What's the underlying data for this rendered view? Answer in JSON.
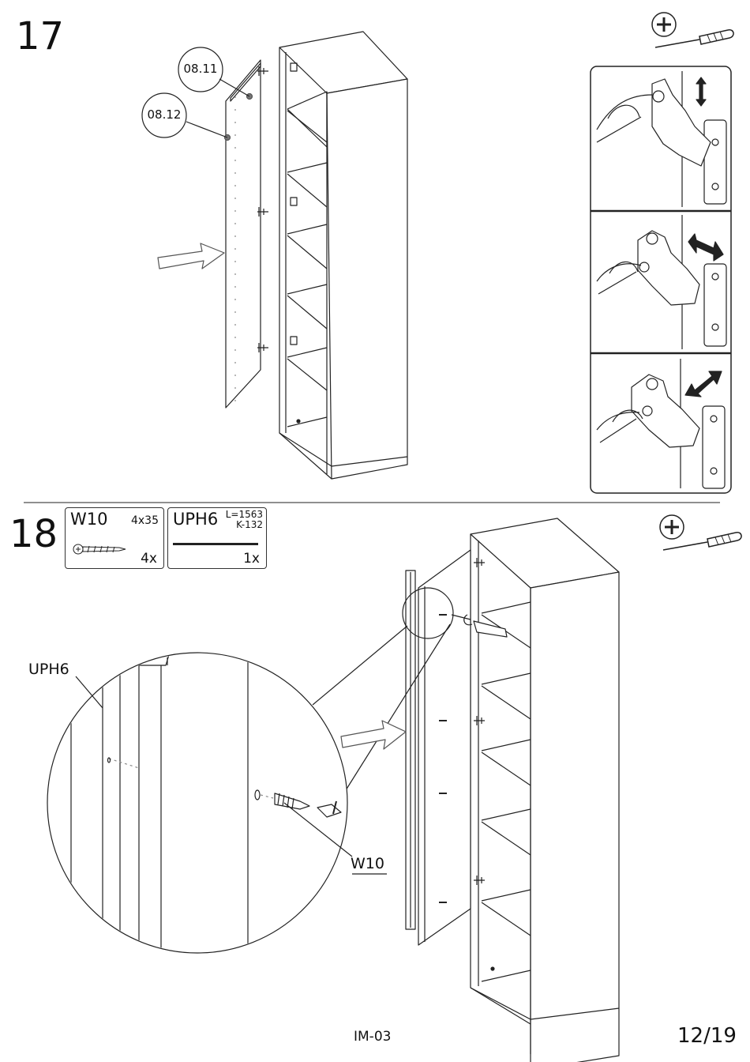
{
  "step17": {
    "number": "17",
    "callouts": [
      "08.11",
      "08.12"
    ]
  },
  "step18": {
    "number": "18",
    "parts": [
      {
        "code": "W10",
        "dim": "4x35",
        "qty": "4x"
      },
      {
        "code": "UPH6",
        "dim_line1": "L=1563",
        "dim_line2": "K-132",
        "qty": "1x"
      }
    ],
    "labels": {
      "uph6": "UPH6",
      "w10": "W10"
    }
  },
  "footer": {
    "code": "IM-03",
    "page": "12/19"
  },
  "icons": [
    "plus-icon",
    "screwdriver-icon"
  ]
}
